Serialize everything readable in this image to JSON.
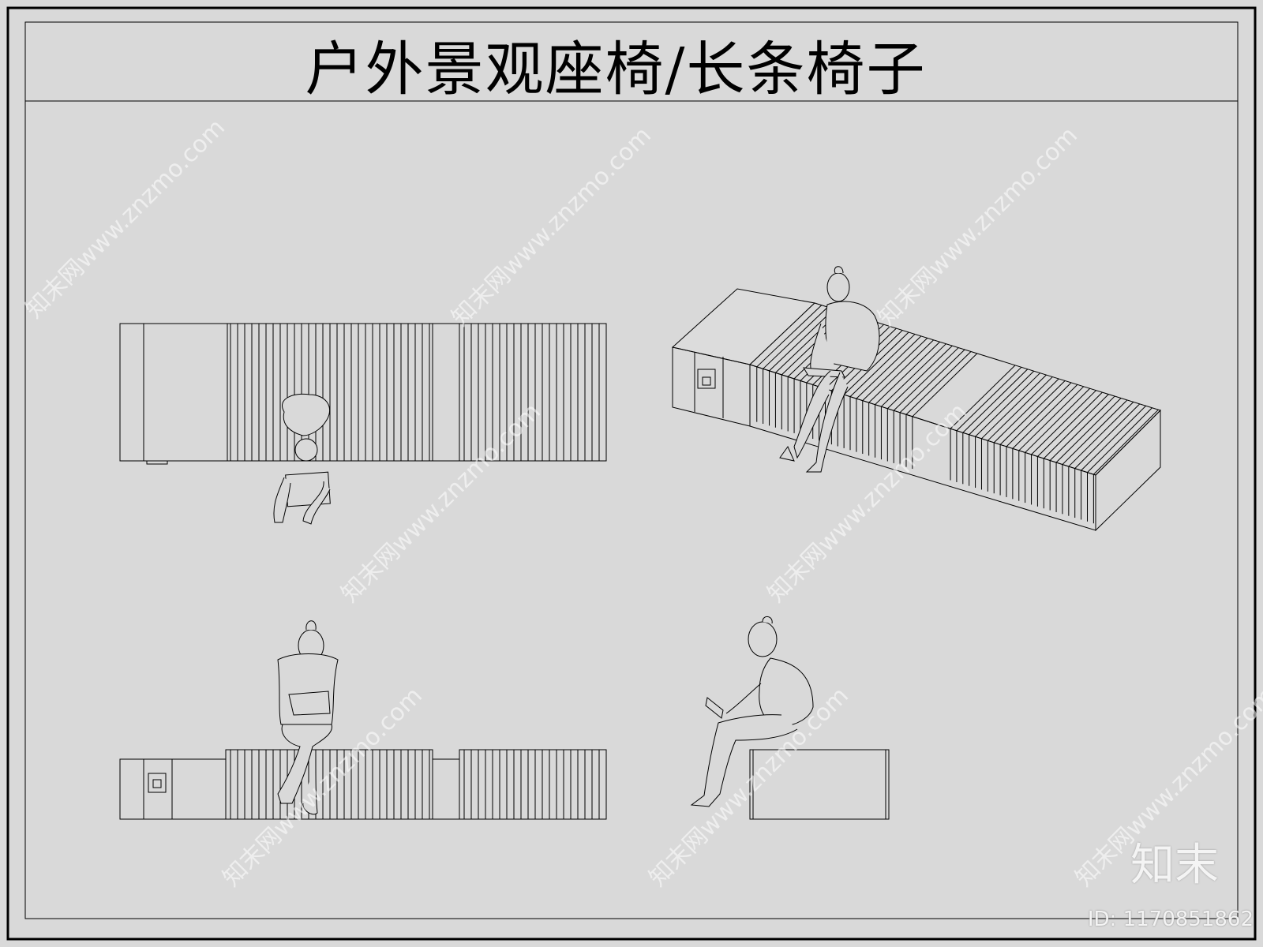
{
  "title": "户外景观座椅/长条椅子",
  "watermark": {
    "site_text": "知末网www.znzmo.com",
    "logo_text": "知末",
    "id_text": "ID: 1170851862"
  },
  "views": {
    "top": "plan",
    "iso": "axonometric",
    "front": "front-elevation",
    "side": "side-elevation"
  },
  "colors": {
    "background": "#d9d9d9",
    "line": "#000000"
  }
}
